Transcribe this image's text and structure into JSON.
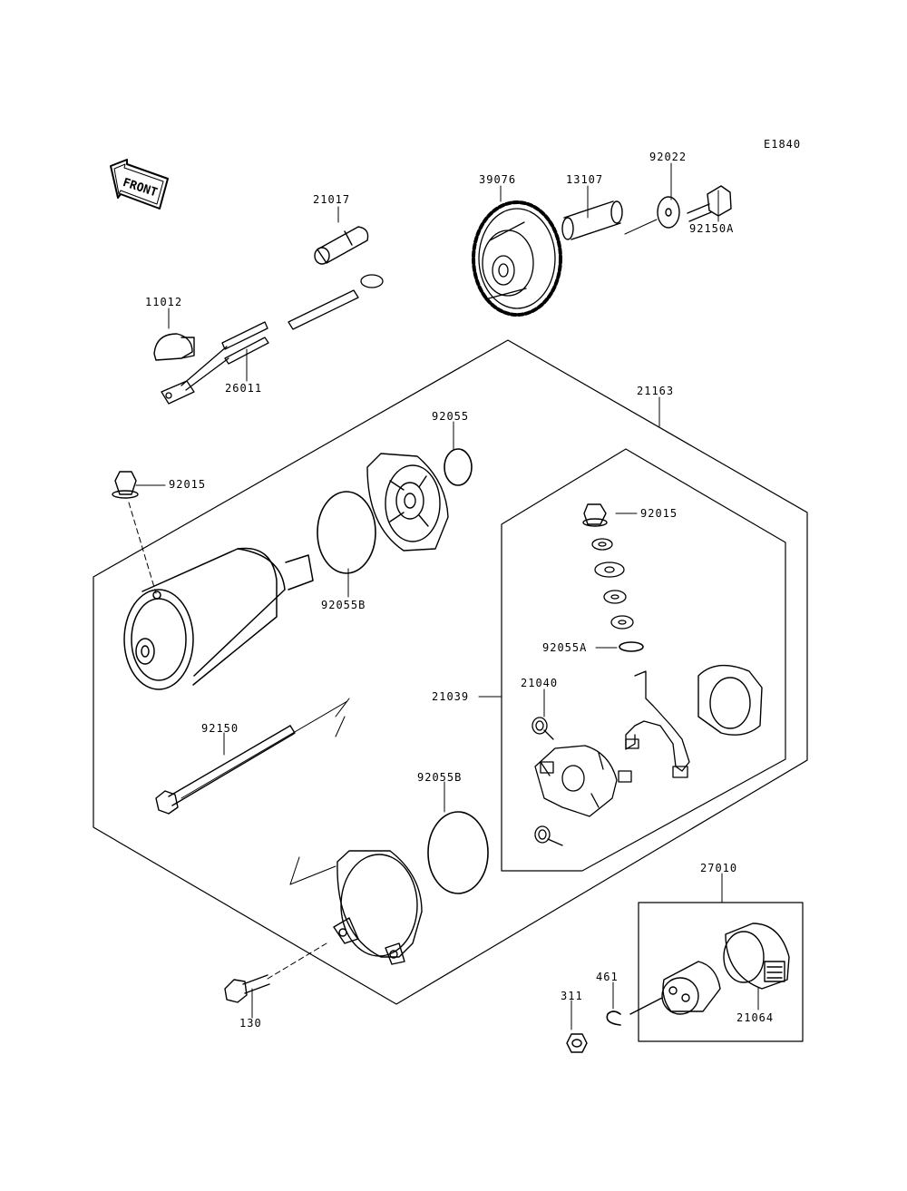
{
  "diagram": {
    "code": "E1840",
    "front_label": "FRONT",
    "parts": {
      "p21017": "21017",
      "p39076": "39076",
      "p13107": "13107",
      "p92022": "92022",
      "p92150A": "92150A",
      "p11012": "11012",
      "p26011": "26011",
      "p21163": "21163",
      "p92055": "92055",
      "p92015_top": "92015",
      "p92015_right": "92015",
      "p92055B_top": "92055B",
      "p92055A": "92055A",
      "p21039": "21039",
      "p21040": "21040",
      "p92150": "92150",
      "p92055B_bottom": "92055B",
      "p27010": "27010",
      "p461": "461",
      "p311": "311",
      "p21064": "21064",
      "p130": "130"
    }
  }
}
